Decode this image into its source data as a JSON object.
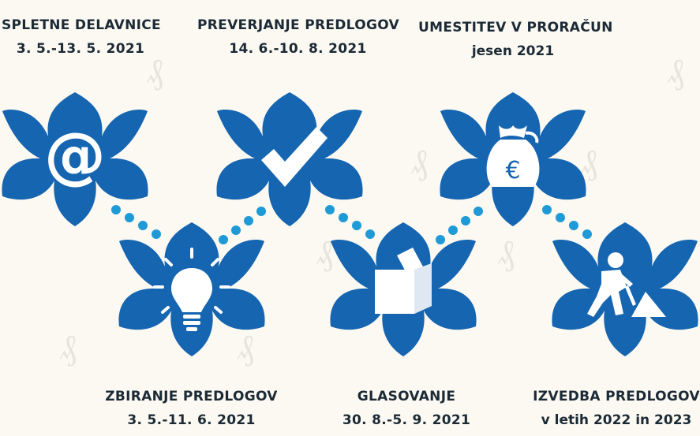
{
  "colors": {
    "background": "#fbf9f2",
    "flower": "#1565b0",
    "dots": "#1f9ad6",
    "text": "#1c2a36",
    "watermark": "#e7e4dc"
  },
  "steps": [
    {
      "title": "SPLETNE DELAVNICE",
      "dates": "3. 5.-13. 5. 2021",
      "icon": "at-sign-icon"
    },
    {
      "title": "ZBIRANJE PREDLOGOV",
      "dates": "3. 5.-11. 6. 2021",
      "icon": "lightbulb-icon"
    },
    {
      "title": "PREVERJANJE PREDLOGOV",
      "dates": "14. 6.-10. 8. 2021",
      "icon": "checkmark-icon"
    },
    {
      "title": "GLASOVANJE",
      "dates": "30. 8.-5. 9. 2021",
      "icon": "ballot-box-icon"
    },
    {
      "title": "UMESTITEV V PRORAČUN",
      "dates": "jesen 2021",
      "icon": "money-bag-euro-icon"
    },
    {
      "title": "IZVEDBA PREDLOGOV",
      "dates": "v letih 2022 in 2023",
      "icon": "construction-worker-icon"
    }
  ]
}
